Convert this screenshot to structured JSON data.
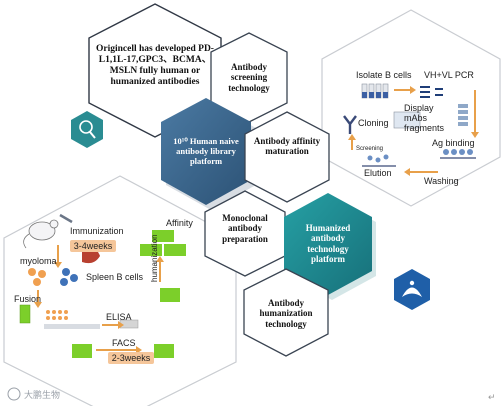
{
  "hexagons": {
    "intro": "Origincell has developed PD-L1,1L-17,GPC3、BCMA、MSLN fully human or humanized antibodies",
    "screening": "Antibody screening technology",
    "library": "10¹⁰ Human naive antibody library platform",
    "affinity": "Antibody affinity maturation",
    "monoclonal": "Monoclonal antibody preparation",
    "humanized_platform": "Humanized antibody technology platform",
    "humanization": "Antibody humanization technology"
  },
  "library_flow": {
    "isolate": "Isolate B cells",
    "pcr": "VH+VL PCR",
    "display": "Display mAbs fragments",
    "cloning": "Cloning",
    "screening": "Screening",
    "ag_binding": "Ag binding",
    "elution": "Elution",
    "washing": "Washing"
  },
  "hybridoma_flow": {
    "immunization": "Immunization",
    "weeks_a": "3-4weeks",
    "affinity": "Affinity",
    "myeloma": "myoloma",
    "spleen": "Spleen B cells",
    "humanization": "humanization",
    "fusion": "Fusion",
    "elisa": "ELISA",
    "facs": "FACS",
    "weeks_b": "2-3weeks"
  },
  "watermark": "大鹏生物",
  "colors": {
    "hex_dark": "#3c6a92",
    "hex_teal": "#1f8a8e",
    "hex_outline": "#303845",
    "arrow_orange": "#e8a04a",
    "icon_teal": "#2a8c92",
    "icon_blue": "#1f5fa8",
    "cell_green": "#7ccf2a"
  }
}
